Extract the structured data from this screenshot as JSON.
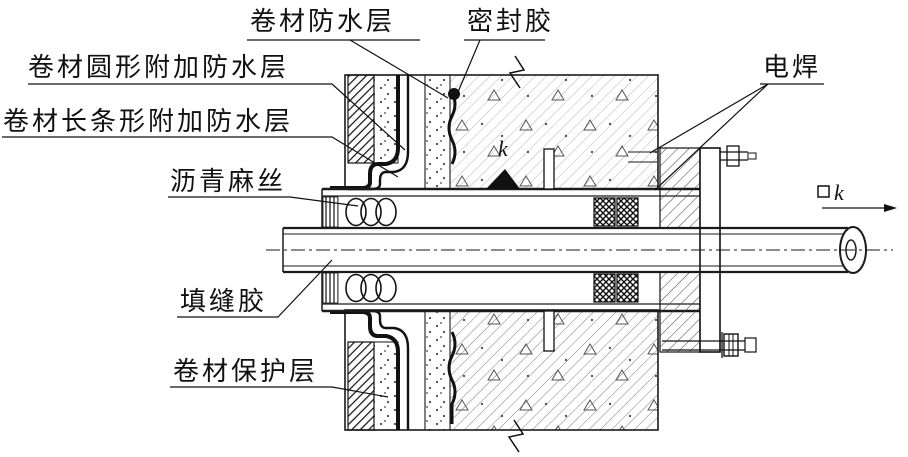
{
  "labels": {
    "membrane_waterproof": "卷材防水层",
    "sealant": "密封胶",
    "circular_additional": "卷材圆形附加防水层",
    "strip_additional": "卷材长条形附加防水层",
    "asphalt_hemp": "沥青麻丝",
    "electric_weld": "电焊",
    "joint_filler": "填缝胶",
    "membrane_protection": "卷材保护层"
  },
  "weld_marks": {
    "fillet_size_top": "k",
    "fillet_size_right": "k"
  },
  "colors": {
    "line": "#1a1a1a",
    "background": "#ffffff"
  }
}
